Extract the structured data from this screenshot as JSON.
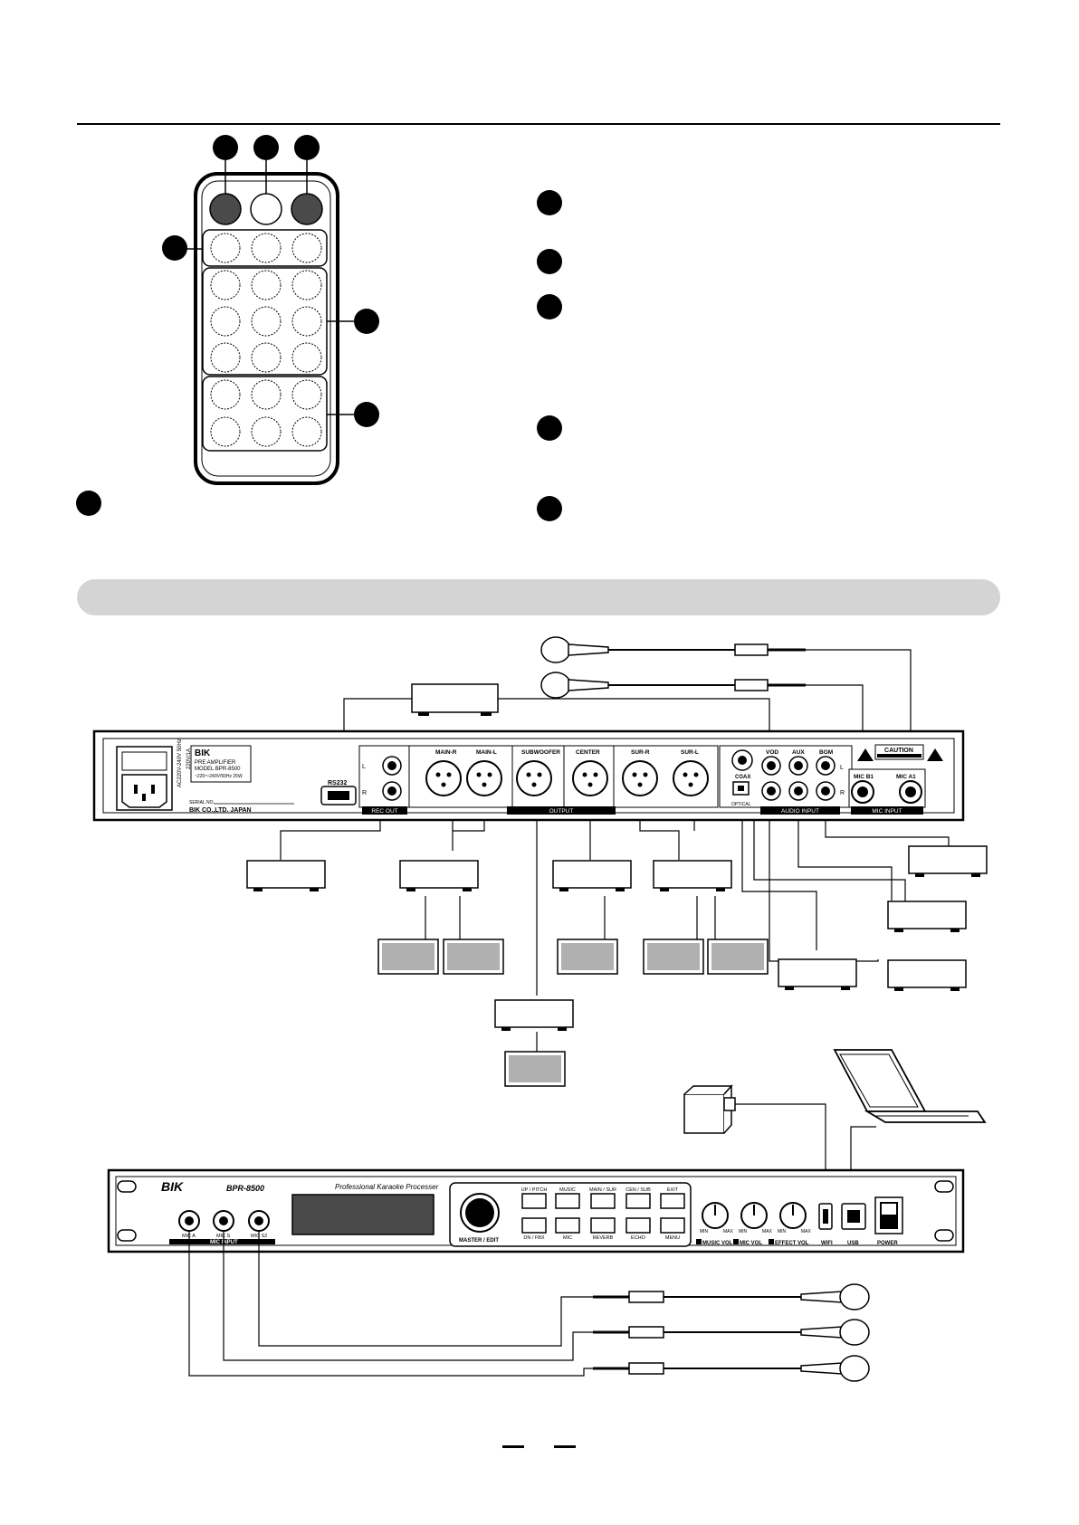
{
  "rear_panel": {
    "brand": "BIK",
    "label_line1": "PRE AMPLIFIER",
    "label_line2": "MODEL BPR-8500",
    "label_line3": "~220～240V/50Hz 25W",
    "serial": "SERIAL NO.",
    "maker": "BIK CO.,LTD.  JAPAN",
    "power_side_1": "AC220V-240V 50Hz",
    "power_side_2": "220V/1A",
    "rs232": "RS232",
    "rec_out": "REC OUT",
    "rec_l": "L",
    "rec_r": "R",
    "main_r": "MAIN-R",
    "main_l": "MAIN-L",
    "subwoofer": "SUBWOOFER",
    "center": "CENTER",
    "sur_r": "SUR-R",
    "sur_l": "SUR-L",
    "output": "OUTPUT",
    "coax": "COAX",
    "optical": "OPTICAL",
    "vod": "VOD",
    "aux": "AUX",
    "bgm": "BGM",
    "bgm_l": "L",
    "bgm_r": "R",
    "audio_input": "AUDIO INPUT",
    "caution": "CAUTION",
    "mic_b1": "MIC B1",
    "mic_a1": "MIC A1",
    "mic_input": "MIC INPUT"
  },
  "front_panel": {
    "brand": "BIK",
    "model": "BPR-8500",
    "tagline": "Professional Karaoke Processer",
    "mic_a": "MIC A",
    "mic_s": "MIC S",
    "mic_s2": "MIC S2",
    "mic_input": "MIC INPUT",
    "master": "MASTER / EDIT",
    "btn_top": [
      "UP / PITCH",
      "MUSIC",
      "MAIN / SUR",
      "CEN / SUB",
      "EXIT"
    ],
    "btn_bottom": [
      "DN / FBX",
      "MIC",
      "REVERB",
      "ECHO",
      "MENU"
    ],
    "min": "MIN",
    "max": "MAX",
    "music_vol": "MUSIC VOL",
    "mic_vol": "MIC  VOL",
    "effect_vol": "EFFECT VOL",
    "wifi": "WIFI",
    "usb": "USB",
    "power": "POWER"
  }
}
